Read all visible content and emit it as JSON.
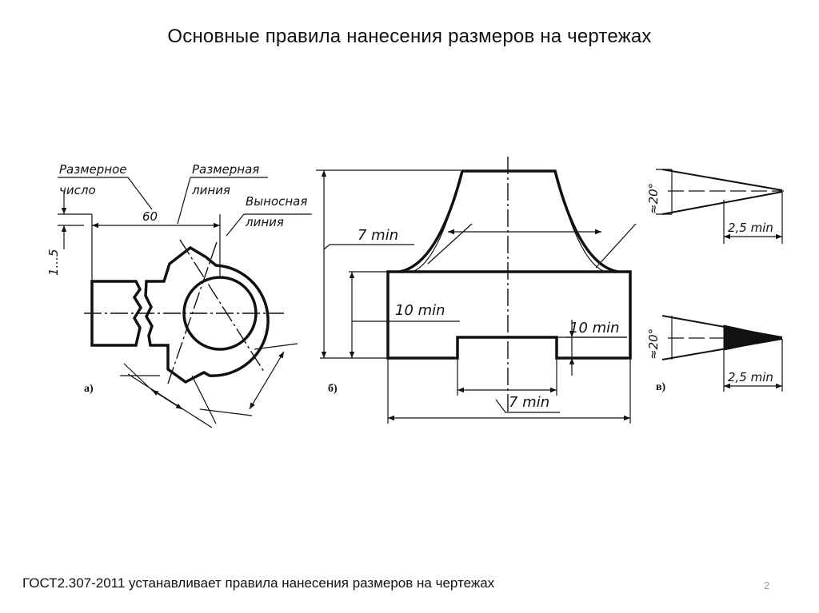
{
  "title": "Основные правила нанесения размеров на чертежах",
  "footer": "ГОСТ2.307-2011 устанавливает правила нанесения размеров на чертежах",
  "page_number": "2",
  "diagram_a": {
    "label_size_number_1": "Размерное",
    "label_size_number_2": "число",
    "label_dim_line_1": "Размерная",
    "label_dim_line_2": "линия",
    "label_ext_line_1": "Выносная",
    "label_ext_line_2": "линия",
    "value_60": "60",
    "value_gap": "1...5",
    "sublabel": "а)"
  },
  "diagram_b": {
    "min_7_top": "7 min",
    "min_10_left": "10 min",
    "min_10_right": "10 min",
    "min_7_bottom": "7 min",
    "sublabel": "б)"
  },
  "diagram_c": {
    "angle_top": "≈20°",
    "angle_bottom": "≈20°",
    "len_top": "2,5 min",
    "len_bottom": "2,5 min",
    "sublabel": "в)"
  }
}
